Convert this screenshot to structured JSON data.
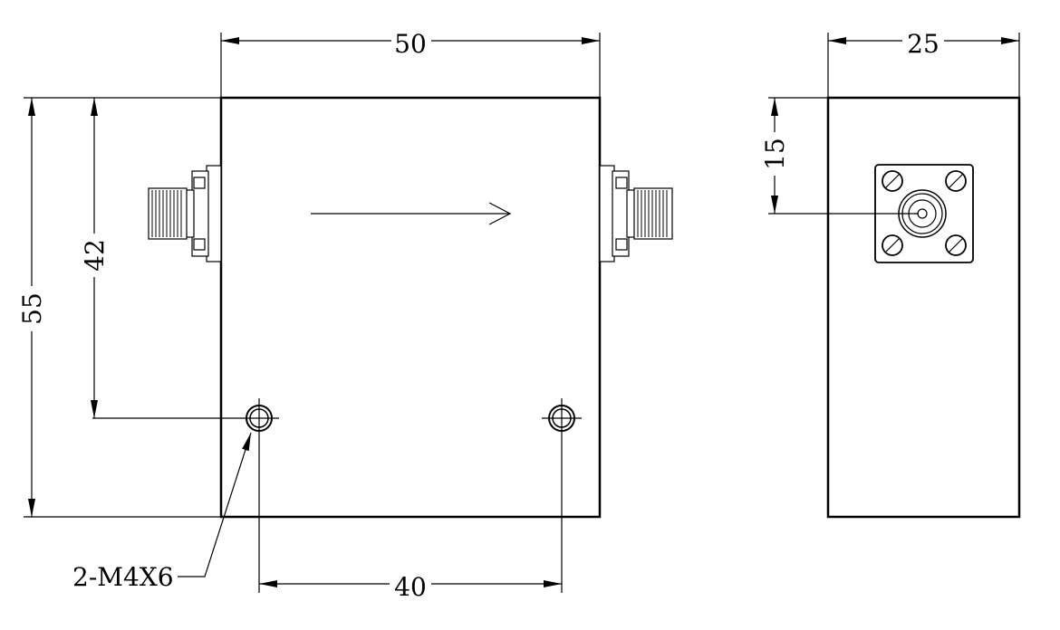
{
  "drawing": {
    "front_view": {
      "width_dim": "50",
      "height_dim": "55",
      "hole_offset_dim": "42",
      "hole_spacing_dim": "40",
      "hole_callout": "2-M4X6"
    },
    "side_view": {
      "width_dim": "25",
      "connector_offset_dim": "15"
    }
  }
}
